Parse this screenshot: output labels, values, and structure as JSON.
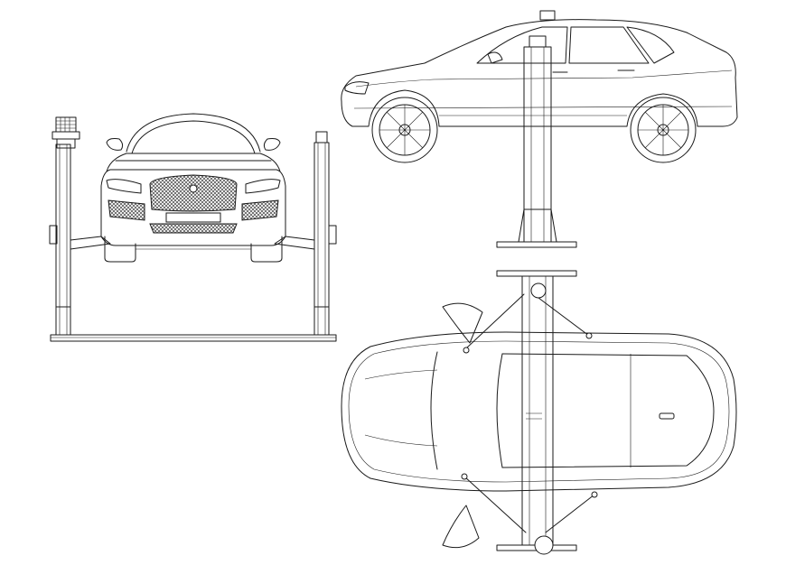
{
  "colors": {
    "stroke": "#1a1a1a",
    "background": "#ffffff"
  },
  "views": [
    {
      "name": "front-view"
    },
    {
      "name": "side-view"
    },
    {
      "name": "top-view"
    }
  ]
}
